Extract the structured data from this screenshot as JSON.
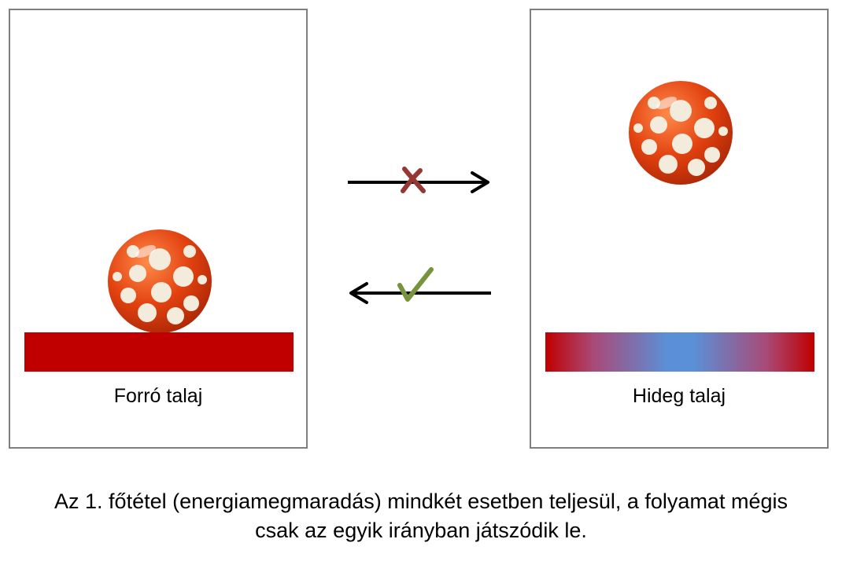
{
  "panels": {
    "left": {
      "label": "Forró talaj",
      "ground_color": "#c00000"
    },
    "right": {
      "label": "Hideg talaj",
      "ground_colors": [
        "#c00000",
        "#5b8fd6",
        "#c00000"
      ]
    }
  },
  "arrows": {
    "forward": {
      "direction": "right",
      "mark": "cross-icon",
      "mark_color": "#953735"
    },
    "backward": {
      "direction": "left",
      "mark": "check-icon",
      "mark_color": "#77933c"
    }
  },
  "ball": {
    "base_color": "#e2410f",
    "dot_color": "#f3ecdc"
  },
  "caption": {
    "line1": "Az 1. főtétel (energiamegmaradás) mindkét esetben teljesül, a folyamat mégis",
    "line2": "csak az egyik irányban játszódik le."
  }
}
